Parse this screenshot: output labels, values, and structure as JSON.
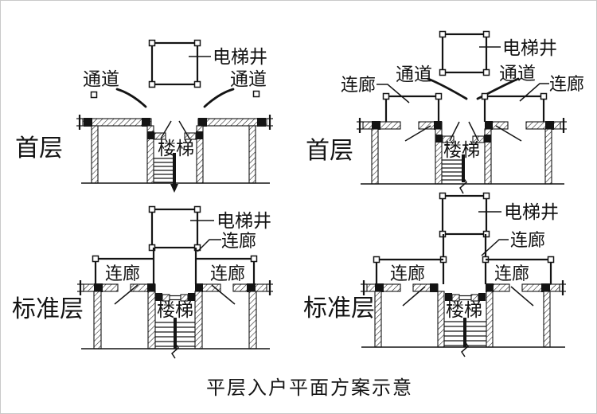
{
  "caption": "平层入户平面方案示意",
  "colors": {
    "ink": "#141414",
    "background": "#ffffff",
    "frame_border": "#c9c9c9"
  },
  "labels": {
    "first_floor": "首层",
    "standard_floor": "标准层",
    "elevator_shaft": "电梯井",
    "passage": "通道",
    "corridor": "连廊",
    "stairs": "楼梯"
  },
  "diagrams": [
    {
      "id": "first-floor-direct",
      "position": "top-left",
      "floor_label": "首层",
      "annotations": {
        "elevator_shaft": "电梯井",
        "passage_left": "通道",
        "passage_right": "通道",
        "stairs": "楼梯"
      }
    },
    {
      "id": "first-floor-with-corridor",
      "position": "top-right",
      "floor_label": "首层",
      "annotations": {
        "elevator_shaft": "电梯井",
        "passage_left": "通道",
        "passage_right": "通道",
        "corridor_left": "连廊",
        "corridor_right": "连廊",
        "stairs": "楼梯"
      }
    },
    {
      "id": "standard-floor-short-link",
      "position": "bottom-left",
      "floor_label": "标准层",
      "annotations": {
        "elevator_shaft": "电梯井",
        "corridor_link": "连廊",
        "corridor_left": "连廊",
        "corridor_right": "连廊",
        "stairs": "楼梯"
      }
    },
    {
      "id": "standard-floor-long-link",
      "position": "bottom-right",
      "floor_label": "标准层",
      "annotations": {
        "elevator_shaft": "电梯井",
        "corridor_link": "连廊",
        "corridor_left": "连廊",
        "corridor_right": "连廊",
        "stairs": "楼梯"
      }
    }
  ]
}
